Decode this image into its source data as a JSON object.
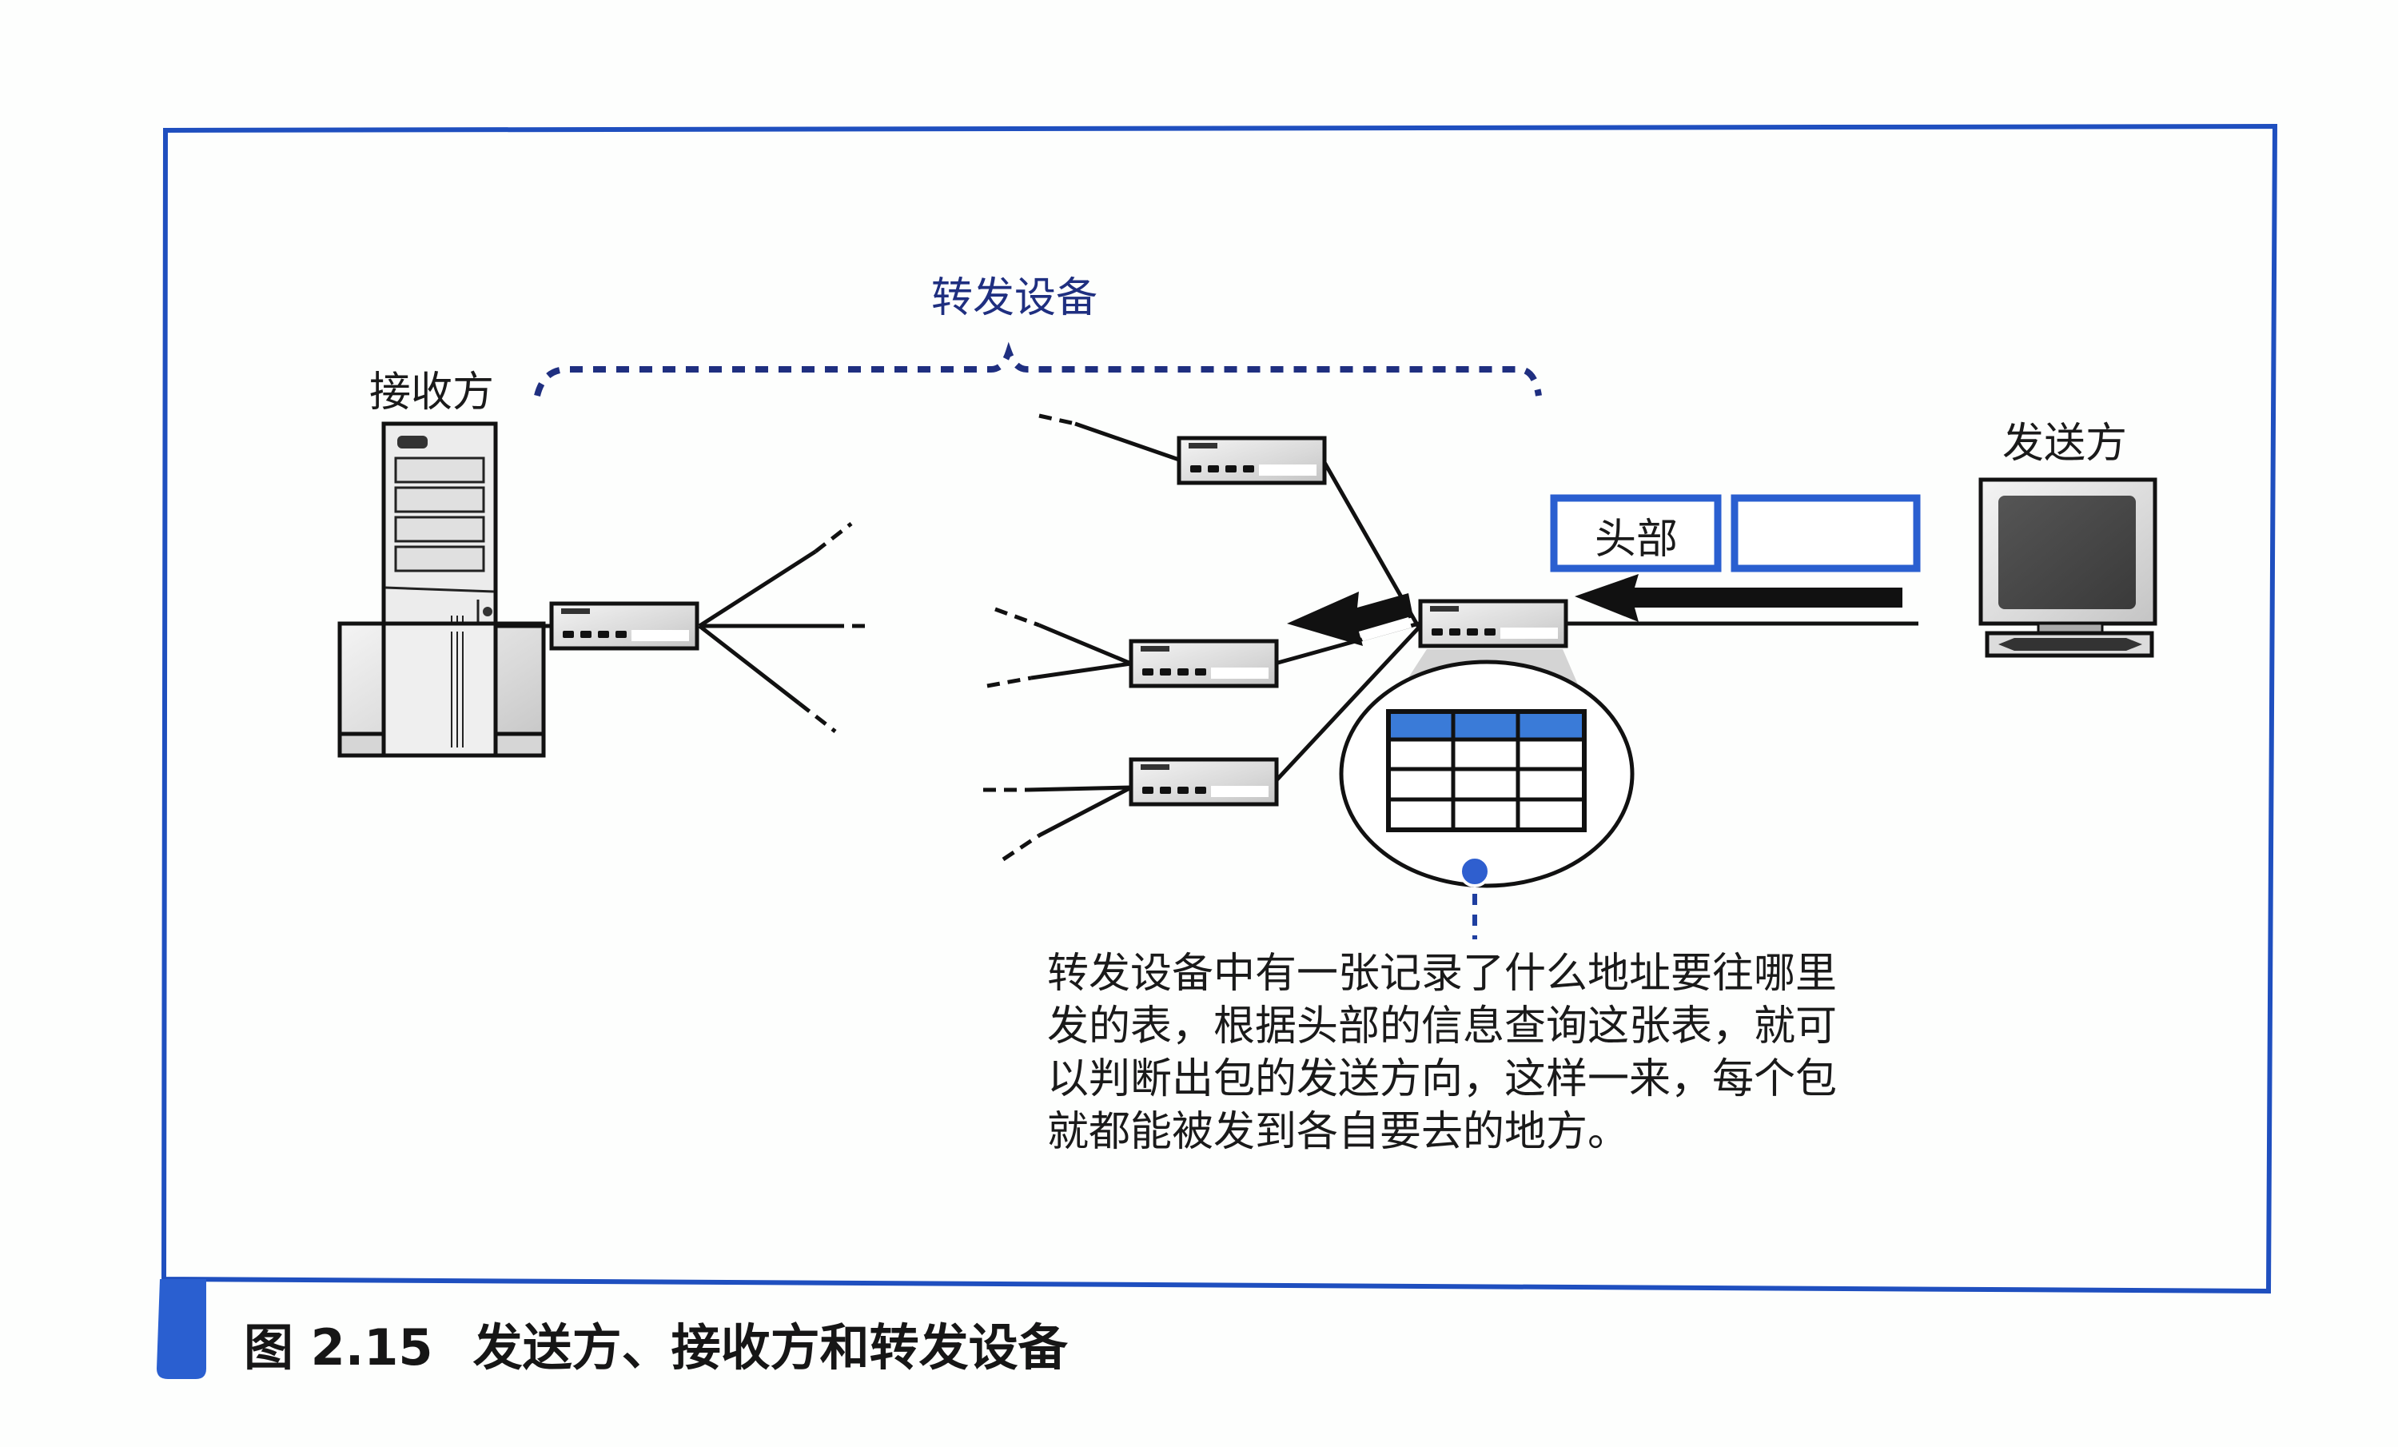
{
  "figure": {
    "number_label": "图 2.15",
    "title": "发送方、接收方和转发设备",
    "frame_color": "#1f4fbf",
    "accent_color": "#3a7bd8"
  },
  "labels": {
    "forwarding_devices": "转发设备",
    "receiver": "接收方",
    "sender": "发送方",
    "packet_header": "头部"
  },
  "nodes": {
    "receiver_device": "server-tower-icon",
    "sender_device": "monitor-icon",
    "routers": [
      "router-left",
      "router-top",
      "router-center",
      "router-mid-left",
      "router-bottom-left"
    ]
  },
  "routing_table": {
    "columns": 3,
    "rows": 4,
    "header_color": "#3a7bd8"
  },
  "description": {
    "lines": [
      "转发设备中有一张记录了什么地址要往哪里",
      "发的表，根据头部的信息查询这张表，就可",
      "以判断出包的发送方向，这样一来，每个包",
      "就都能被发到各自要去的地方。"
    ]
  }
}
